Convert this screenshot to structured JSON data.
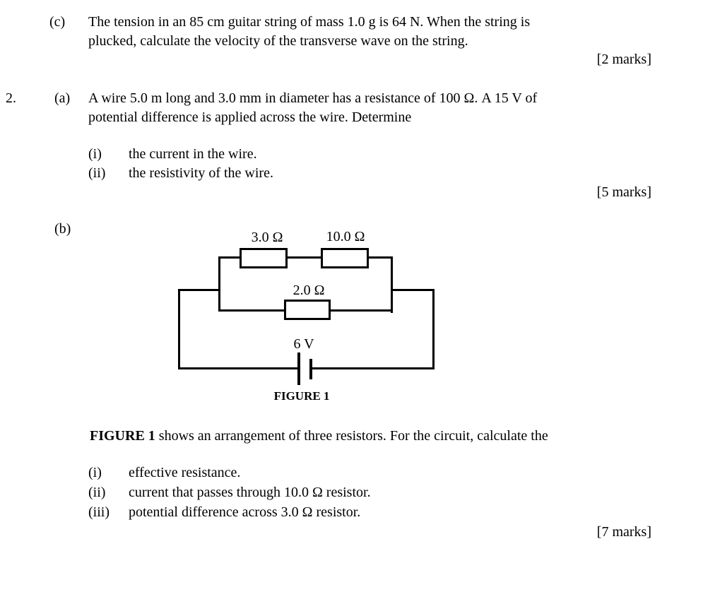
{
  "page": {
    "background": "#ffffff",
    "text_color": "#000000"
  },
  "question_c": {
    "label": "(c)",
    "lines": [
      "The tension in an 85 cm guitar string of mass 1.0 g is 64 N. When the string is",
      "plucked, calculate the velocity of the transverse wave on the string."
    ],
    "marks": "[2 marks]"
  },
  "question_2": {
    "number": "2.",
    "part_a": {
      "label": "(a)",
      "lines": [
        "A wire 5.0 m long and 3.0 mm in diameter has a resistance of 100 Ω. A 15 V of",
        "potential difference is applied across the wire. Determine"
      ],
      "items": [
        {
          "label": "(i)",
          "text": "the current in the wire."
        },
        {
          "label": "(ii)",
          "text": "the resistivity of the wire."
        }
      ],
      "marks": "[5 marks]"
    },
    "part_b": {
      "label": "(b)",
      "circuit": {
        "resistor_top_left": "3.0 Ω",
        "resistor_top_right": "10.0 Ω",
        "resistor_middle": "2.0 Ω",
        "battery_voltage": "6 V",
        "caption": "FIGURE 1"
      },
      "figure_para": {
        "bold": "FIGURE 1",
        "rest": " shows an arrangement of three resistors. For the circuit, calculate the"
      },
      "items": [
        {
          "label": "(i)",
          "text": "effective resistance."
        },
        {
          "label": "(ii)",
          "text": "current that passes through 10.0 Ω resistor."
        },
        {
          "label": "(iii)",
          "text": "potential difference across 3.0 Ω resistor."
        }
      ],
      "marks": "[7 marks]"
    }
  }
}
